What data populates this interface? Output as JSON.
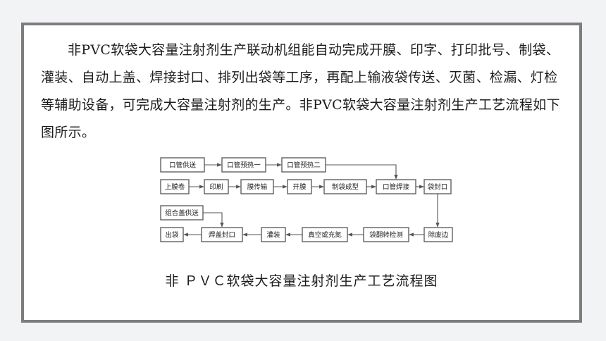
{
  "paragraph": "非PVC软袋大容量注射剂生产联动机组能自动完成开膜、印字、打印批号、制袋、灌装、自动上盖、焊接封口、排列出袋等工序，再配上输液袋传送、灭菌、检漏、灯检等辅助设备，可完成大容量注射剂的生产。非PVC软袋大容量注射剂生产工艺流程如下图所示。",
  "flow": {
    "row1": [
      "口管供送",
      "口管预热一",
      "口管预热二"
    ],
    "row2": [
      "上膜卷",
      "印刷",
      "膜传输",
      "开膜",
      "制袋成型",
      "口管焊接",
      "袋封口"
    ],
    "row3": [
      "组合盖供送"
    ],
    "row4": [
      "出袋",
      "焊盖封口",
      "灌装",
      "真空或充氮",
      "袋翻转检测",
      "除废边"
    ]
  },
  "caption": "非 ＰＶＣ软袋大容量注射剂生产工艺流程图"
}
